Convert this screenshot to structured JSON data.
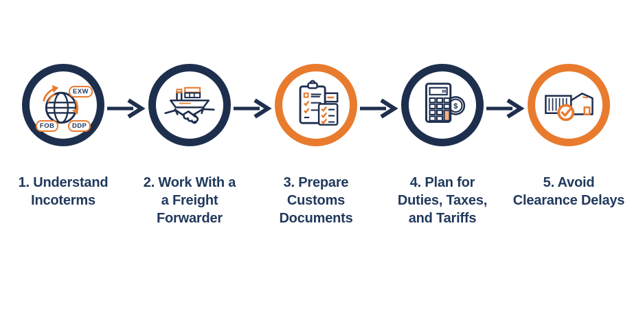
{
  "palette": {
    "navy": "#1e2f4e",
    "orange": "#e87b2e",
    "text_navy": "#21395c",
    "background": "#ffffff"
  },
  "steps": [
    {
      "id": 1,
      "ring": "navy",
      "icon": "globe-incoterms-icon",
      "lines": [
        "1. Understand",
        "Incoterms"
      ],
      "badges": [
        {
          "label": "EXW"
        },
        {
          "label": "FOB"
        },
        {
          "label": "DDP"
        }
      ]
    },
    {
      "id": 2,
      "ring": "navy",
      "icon": "cargo-ship-handshake-icon",
      "lines": [
        "2. Work With a",
        "a Freight",
        "Forwarder"
      ]
    },
    {
      "id": 3,
      "ring": "orange",
      "icon": "customs-documents-checklist-icon",
      "lines": [
        "3. Prepare",
        "Customs",
        "Documents"
      ]
    },
    {
      "id": 4,
      "ring": "navy",
      "icon": "calculator-dollar-coin-icon",
      "coin_symbol": "$",
      "lines": [
        "4. Plan for",
        "Duties, Taxes,",
        "and Tariffs"
      ]
    },
    {
      "id": 5,
      "ring": "orange",
      "icon": "container-warehouse-check-icon",
      "lines": [
        "5. Avoid",
        "Clearance Delays"
      ]
    }
  ]
}
